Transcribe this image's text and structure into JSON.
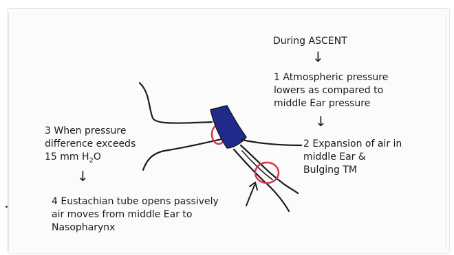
{
  "heading": "During ASCENT",
  "steps": {
    "step1": [
      "1 Atmospheric pressure",
      "lowers as compared to",
      "middle Ear pressure"
    ],
    "step2": [
      "2 Expansion of air in",
      "middle Ear &",
      "Bulging TM"
    ],
    "step3": [
      "3 When pressure",
      "difference exceeds"
    ],
    "step3_value": "15 mm H",
    "step3_sub": "2",
    "step3_end": "O",
    "step4": [
      "4 Eustachian tube opens passively",
      "air moves from middle Ear to",
      "Nasopharynx"
    ]
  },
  "arrows": {
    "down_glyph": "↓"
  },
  "colors": {
    "ink": "#1a1a1a",
    "plug": "#1f2a8c",
    "highlight": "#d9334a"
  }
}
